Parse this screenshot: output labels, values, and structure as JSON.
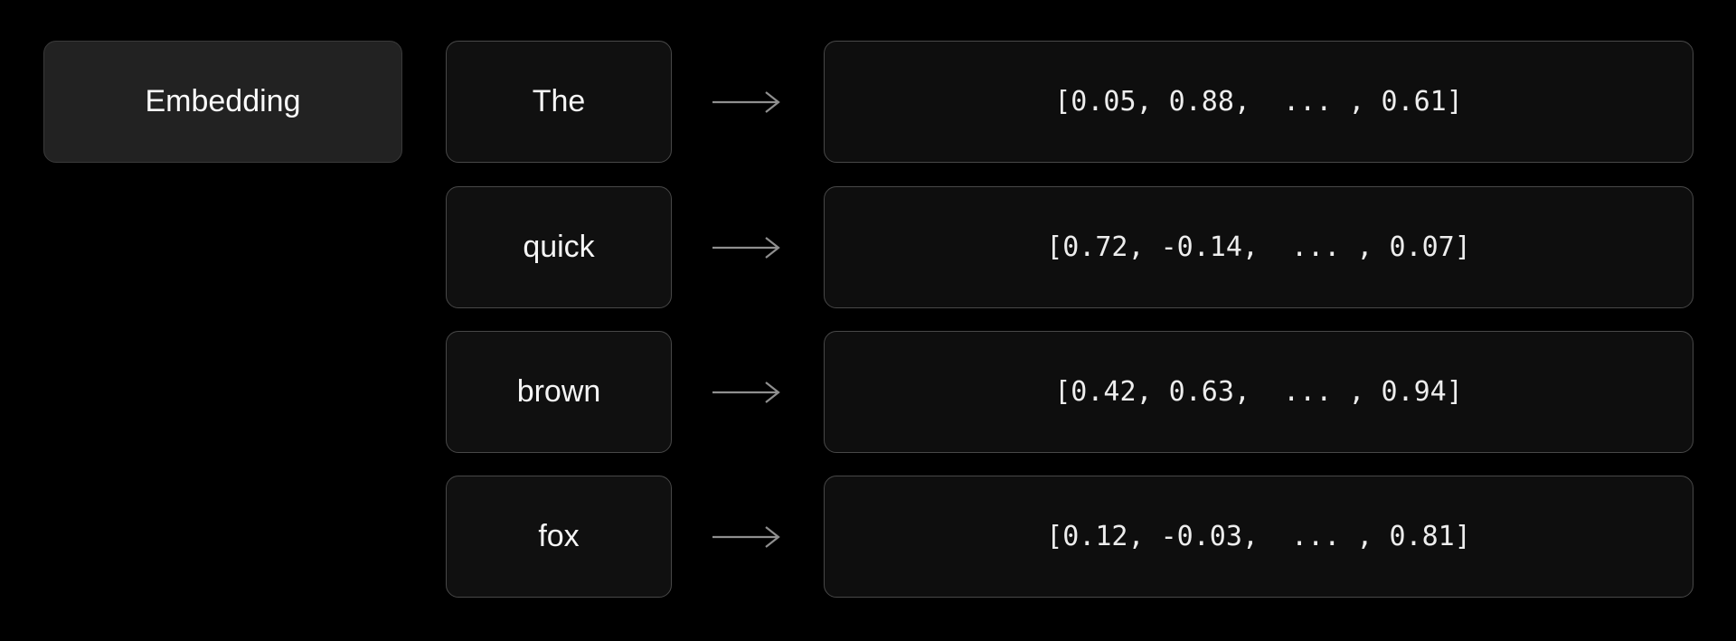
{
  "diagram": {
    "embedding_label": "Embedding",
    "rows": [
      {
        "word": "The",
        "vector": "[0.05, 0.88,  ... , 0.61]"
      },
      {
        "word": "quick",
        "vector": "[0.72, -0.14,  ... , 0.07]"
      },
      {
        "word": "brown",
        "vector": "[0.42, 0.63,  ... , 0.94]"
      },
      {
        "word": "fox",
        "vector": "[0.12, -0.03,  ... , 0.81]"
      }
    ],
    "colors": {
      "background": "#000000",
      "embedding_box_fill": "#222222",
      "embedding_box_border": "#3a3a3a",
      "token_box_fill": "#101010",
      "token_box_border": "#484848",
      "text": "#f5f5f5",
      "arrow": "#8f8f8f"
    }
  }
}
